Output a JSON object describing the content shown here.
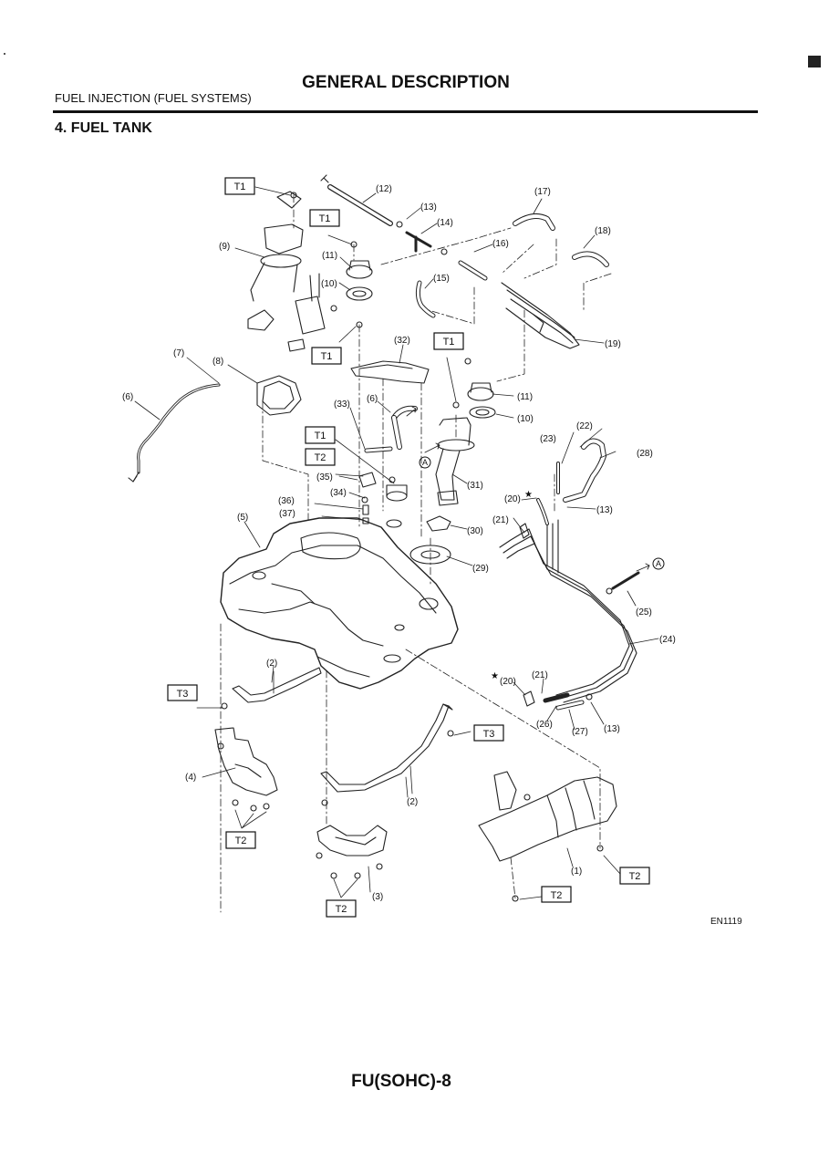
{
  "header": {
    "title": "GENERAL DESCRIPTION",
    "section": "FUEL INJECTION (FUEL SYSTEMS)"
  },
  "section_heading": "4. FUEL TANK",
  "figure_code": "EN1119",
  "page_number": "FU(SOHC)-8",
  "callouts": {
    "c1": "(1)",
    "c2": "(2)",
    "c3": "(3)",
    "c4": "(4)",
    "c5": "(5)",
    "c6": "(6)",
    "c7": "(7)",
    "c8": "(8)",
    "c9": "(9)",
    "c10": "(10)",
    "c11": "(11)",
    "c12": "(12)",
    "c13": "(13)",
    "c14": "(14)",
    "c15": "(15)",
    "c16": "(16)",
    "c17": "(17)",
    "c18": "(18)",
    "c19": "(19)",
    "c20": "(20)",
    "c21": "(21)",
    "c22": "(22)",
    "c23": "(23)",
    "c24": "(24)",
    "c25": "(25)",
    "c26": "(26)",
    "c27": "(27)",
    "c28": "(28)",
    "c29": "(29)",
    "c30": "(30)",
    "c31": "(31)",
    "c32": "(32)",
    "c33": "(33)",
    "c34": "(34)",
    "c35": "(35)",
    "c36": "(36)",
    "c37": "(37)"
  },
  "torque_labels": {
    "t1": "T1",
    "t2": "T2",
    "t3": "T3"
  },
  "symbols": {
    "ref_a": "A",
    "star": "★"
  }
}
